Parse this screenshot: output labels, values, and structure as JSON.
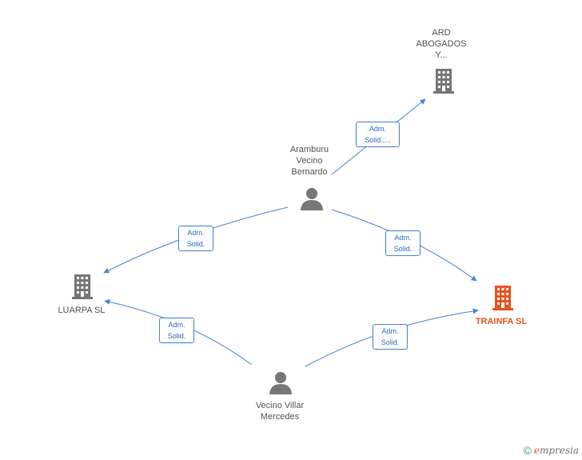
{
  "nodes": [
    {
      "id": "ard",
      "type": "company",
      "label": "ARD\nABOGADOS\nY...",
      "color": "#777777"
    },
    {
      "id": "aramburu",
      "type": "person",
      "label": "Aramburu\nVecino\nBernardo",
      "color": "#777777"
    },
    {
      "id": "luarpa",
      "type": "company",
      "label": "LUARPA SL",
      "color": "#777777"
    },
    {
      "id": "trainfa",
      "type": "company",
      "label": "TRAINFA SL",
      "color": "#e8551f"
    },
    {
      "id": "villar",
      "type": "person",
      "label": "Vecino Villar\nMercedes",
      "color": "#777777"
    }
  ],
  "edges": [
    {
      "id": "e1",
      "from": "aramburu",
      "to": "ard",
      "line1": "Adm.",
      "line2": "Solid.,..."
    },
    {
      "id": "e2",
      "from": "aramburu",
      "to": "luarpa",
      "line1": "Adm.",
      "line2": "Solid."
    },
    {
      "id": "e3",
      "from": "aramburu",
      "to": "trainfa",
      "line1": "Adm.",
      "line2": "Solid."
    },
    {
      "id": "e4",
      "from": "villar",
      "to": "luarpa",
      "line1": "Adm.",
      "line2": "Solid."
    },
    {
      "id": "e5",
      "from": "villar",
      "to": "trainfa",
      "line1": "Adm.",
      "line2": "Solid."
    }
  ],
  "footer": {
    "copyright_symbol": "©",
    "brand_initial": "e",
    "brand_rest": "mpresia"
  },
  "colors": {
    "edge": "#4a86cf",
    "focus": "#e8551f",
    "neutral": "#777777"
  }
}
